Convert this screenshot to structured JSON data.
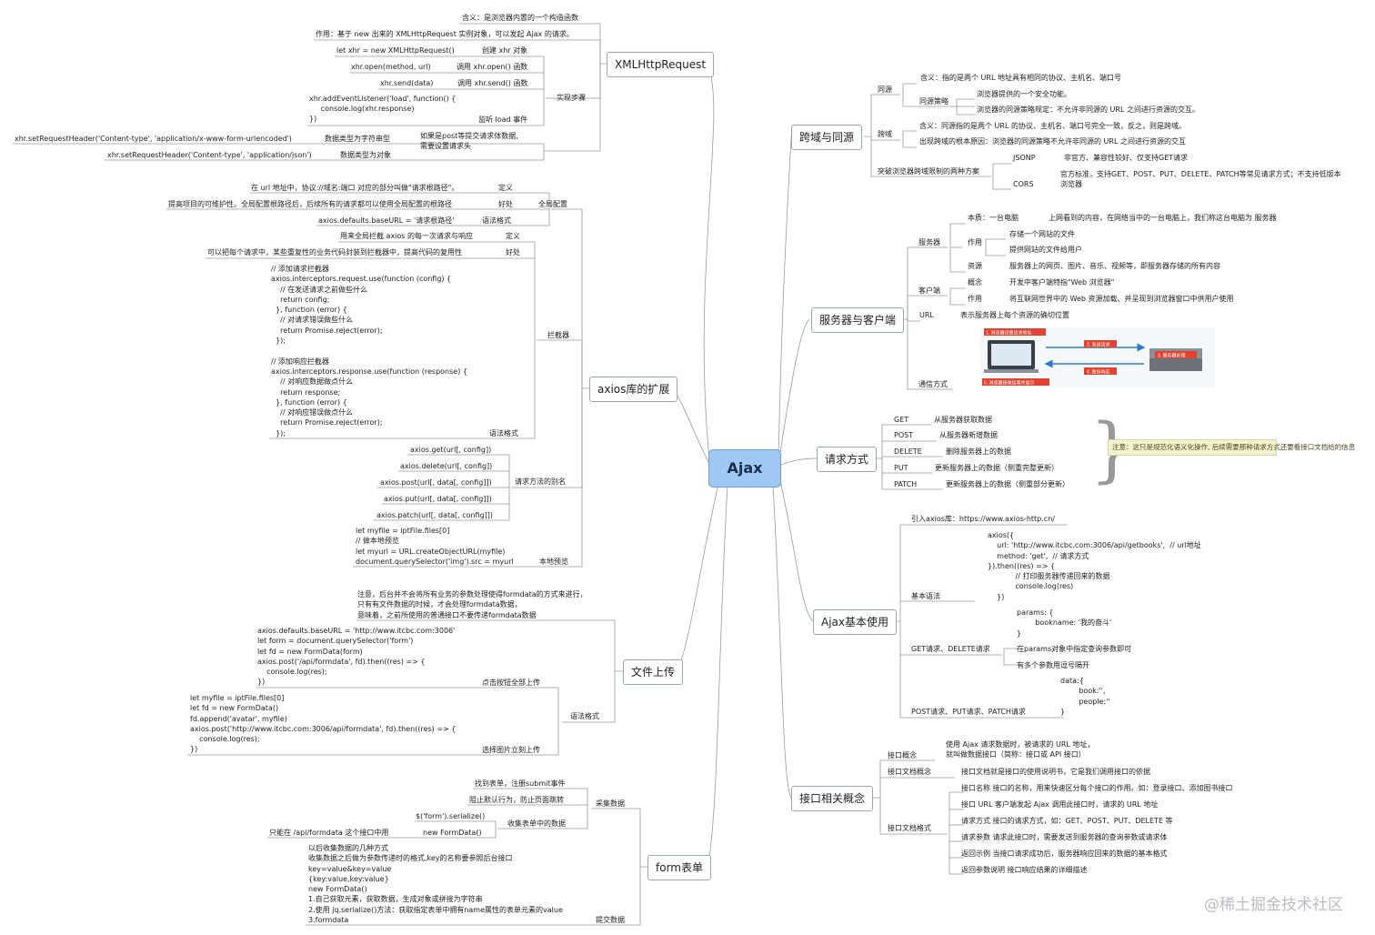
{
  "center": "Ajax",
  "watermark": "@稀土掘金技术社区",
  "branches": {
    "xhr": {
      "title": "XMLHttpRequest",
      "meaning": "含义：是浏览器内置的一个构造函数",
      "purpose": "作用：基于 new 出来的 XMLHttpRequest 实例对象，可以发起 Ajax 的请求。",
      "steps_label": "实现步骤",
      "steps": [
        {
          "code": "let xhr = new XMLHttpRequest()",
          "desc": "创建 xhr 对象"
        },
        {
          "code": "xhr.open(method, url)",
          "desc": "调用 xhr.open() 函数"
        },
        {
          "code": "xhr.send(data)",
          "desc": "调用 xhr.send() 函数"
        },
        {
          "code": "xhr.addEventListener('load', function() {\n     console.log(xhr.response)\n})",
          "desc": "监听 load 事件"
        }
      ],
      "post_label": "如果是post等提交请求体数据,\n需要设置请求头",
      "headers": [
        {
          "code": "xhr.setRequestHeader('Content-type', 'application/x-www-form-urlencoded')",
          "desc": "数据类型为字符串型"
        },
        {
          "code": "xhr.setRequestHeader('Content-type', 'application/json')",
          "desc": "数据类型为对象"
        }
      ]
    },
    "axios": {
      "title": "axios库的扩展",
      "global_label": "全局配置",
      "global_items": [
        {
          "text": "在 url 地址中，协议://域名:端口 对应的部分叫做\"请求根路径\"。",
          "desc": "定义"
        },
        {
          "text": "提高项目的可维护性。全局配置根路径后，后续所有的请求都可以使用全局配置的根路径",
          "desc": "好处"
        },
        {
          "text": "axios.defaults.baseURL = '请求根路径'",
          "desc": "语法格式"
        }
      ],
      "interceptor_label": "拦截器",
      "interceptor_items": [
        {
          "text": "用来全局拦截 axios 的每一次请求与响应",
          "desc": "定义"
        },
        {
          "text": "可以把每个请求中，某些重复性的业务代码封装到拦截器中，提高代码的复用性",
          "desc": "好处"
        }
      ],
      "interceptor_code": "// 添加请求拦截器\naxios.interceptors.request.use(function (config) {\n    // 在发送请求之前做些什么\n    return config;\n  }, function (error) {\n    // 对请求错误做些什么\n    return Promise.reject(error);\n  });\n\n// 添加响应拦截器\naxios.interceptors.response.use(function (response) {\n    // 对响应数据做点什么\n    return response;\n  }, function (error) {\n    // 对响应错误做点什么\n    return Promise.reject(error);\n  });",
      "interceptor_code_desc": "语法格式",
      "alias_label": "请求方法的别名",
      "aliases": [
        "axios.get(url[, config])",
        "axios.delete(url[, config])",
        "axios.post(url[, data[, config]])",
        "axios.put(url[, data[, config]])",
        "axios.patch(url[, data[, config]])"
      ],
      "preview_code": "let myfile = iptFile.files[0]\n// 做本地预览\nlet myurl = URL.createObjectURL(myfile)\ndocument.querySelector('img').src = myurl",
      "preview_label": "本地预览"
    },
    "upload": {
      "title": "文件上传",
      "note": "注意，后台并不会将所有业务的参数处理使得formdata的方式来进行，\n只有有文件数据的时候，才会处理formdata数据，\n意味着，之前所使用的普通接口不要传递formdata数据",
      "syntax_label": "语法格式",
      "code1": "axios.defaults.baseURL = 'http://www.itcbc.com:3006'\nlet form = document.querySelector('form')\nlet fd = new FormData(form)\naxios.post('/api/formdata', fd).then((res) => {\n    console.log(res);\n})",
      "code1_desc": "点击按钮全部上传",
      "code2": "let myfile = iptFile.files[0]\nlet fd = new FormData()\nfd.append('avatar', myfile)\naxios.post('http://www.itcbc.com:3006/api/formdata', fd).then((res) => {\n    console.log(res);\n})",
      "code2_desc": "选择图片立刻上传"
    },
    "form": {
      "title": "form表单",
      "collect_label": "采集数据",
      "collect_items": [
        "找到表单，注册submit事件",
        "阻止默认行为，防止页面跳转"
      ],
      "collect_data_label": "收集表单中的数据",
      "collect_data_items": [
        "$('form').serialize()",
        "new FormData()"
      ],
      "formdata_note": "只能在 /api/formdata 这个接口中用",
      "submit_label": "提交数据",
      "submit_text": "以后收集数据的几种方式\n收集数据之后做为参数传递时的格式,key的名称要参照后台接口\nkey=value&key=value\n{key:value,key:value}\nnew FormData()\n1.自己获取元素，获取数据，生成对象或拼接为字符串\n2.使用 jq.serialize()方法：获取指定表单中拥有name属性的表单元素的value\n3.formdata"
    },
    "cors": {
      "title": "跨域与同源",
      "same_origin": "同源",
      "same_meaning": "含义：指的是两个 URL 地址具有相同的协议、主机名、端口号",
      "policy_label": "同源策略",
      "policy_items": [
        "浏览器提供的一个安全功能。",
        "浏览器的同源策略规定：不允许非同源的 URL 之间进行资源的交互。"
      ],
      "cross": "跨域",
      "cross_items": [
        "含义：同源指的是两个 URL 的协议、主机名、端口号完全一致，反之，则是跨域。",
        "出现跨域的根本原因：浏览器的同源策略不允许非同源的 URL 之间进行资源的交互"
      ],
      "solutions_label": "突破浏览器跨域限制的两种方案",
      "solutions": [
        {
          "name": "JSONP",
          "desc": "非官方、兼容性较好、仅支持GET请求"
        },
        {
          "name": "CORS",
          "desc": "官方标准，支持GET、POST、PUT、DELETE、PATCH等常见请求方式；不支持低版本\n浏览器"
        }
      ]
    },
    "server": {
      "title": "服务器与客户端",
      "server_label": "服务器",
      "essence_label": "本质：一台电脑",
      "essence_desc": "上网看到的内容，在网络当中的一台电脑上，我们称这台电脑为 服务器",
      "role_label": "作用",
      "role_items": [
        "存储一个网站的文件",
        "提供网站的文件给用户"
      ],
      "resource_label": "资源",
      "resource_desc": "服务器上的网页、图片、音乐、视频等，即服务器存储的所有内容",
      "client_label": "客户端",
      "client_concept_label": "概念",
      "client_concept": "开发中客户端特指\"Web 浏览器\"",
      "client_role_label": "作用",
      "client_role": "将互联网世界中的 Web 资源加载、并呈现到浏览器窗口中供用户使用",
      "url_label": "URL",
      "url_desc": "表示服务器上每个资源的确切位置",
      "comm_label": "通信方式",
      "comm_steps": [
        "1. 浏览器设置请求地址",
        "2. 发送请求",
        "3. 服务器处理",
        "4. 做出响应",
        "5. 浏览器接收结果并显示"
      ]
    },
    "methods": {
      "title": "请求方式",
      "items": [
        {
          "name": "GET",
          "desc": "从服务器获取数据"
        },
        {
          "name": "POST",
          "desc": "从服务器新增数据"
        },
        {
          "name": "DELETE",
          "desc": "删除服务器上的数据"
        },
        {
          "name": "PUT",
          "desc": "更新服务器上的数据（侧重完整更新）"
        },
        {
          "name": "PATCH",
          "desc": "更新服务器上的数据（侧重部分更新）"
        }
      ],
      "note": "注意：这只是规范化语义化操作,\n后续需要那种请求方式还要看接口文档给的信息"
    },
    "basic": {
      "title": "Ajax基本使用",
      "import": "引入axios库：https://www.axios-http.cn/",
      "syntax_label": "基本语法",
      "syntax_code": "axios({\n    url: 'http://www.itcbc.com:3006/api/getbooks',  // url地址\n    method: 'get',  // 请求方式\n}).then((res) => {\n            // 打印服务器传递回来的数据\n            console.log(res)\n    })",
      "get_label": "GET请求、DELETE请求",
      "get_code": "params: {\n        bookname: '我的奋斗'\n}",
      "get_items": [
        "在params对象中指定查询参数即可",
        "有多个参数用逗号隔开"
      ],
      "post_label": "POST请求、PUT请求、PATCH请求",
      "post_code": "data:{\n        book:'',\n        people:''\n}"
    },
    "api": {
      "title": "接口相关概念",
      "concept_label": "接口概念",
      "concept": "使用 Ajax 请求数据时，被请求的 URL 地址，\n就叫做数据接口（简称：接口或 API 接口）",
      "doc_concept_label": "接口文档概念",
      "doc_concept": "接口文档就是接口的使用说明书，它是我们调用接口的依据",
      "doc_format_label": "接口文档格式",
      "doc_format_items": [
        "接口名称 接口的名称，用来快速区分每个接口的作用。如：登录接口、添加图书接口",
        "接口 URL 客户端发起 Ajax 调用此接口时，请求的 URL 地址",
        "请求方式 接口的请求方式，如：GET、POST、PUT、DELETE 等",
        "请求参数 请求此接口时，需要发送到服务器的查询参数或请求体",
        "返回示例 当接口请求成功后，服务器响应回来的数据的基本格式",
        "返回参数说明 接口响应结果的详细描述"
      ]
    }
  }
}
